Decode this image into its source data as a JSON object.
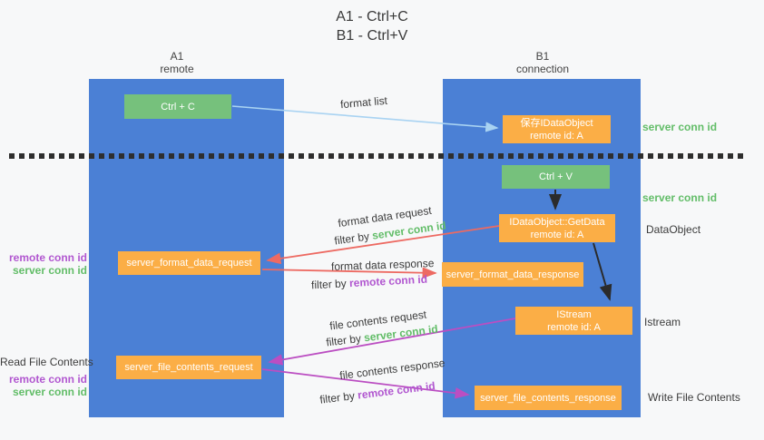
{
  "title": {
    "line1": "A1 - Ctrl+C",
    "line2": "B1 - Ctrl+V"
  },
  "lanes": {
    "left": {
      "name": "A1",
      "role": "remote"
    },
    "right": {
      "name": "B1",
      "role": "connection"
    }
  },
  "nodes": {
    "ctrl_c": {
      "label": "Ctrl + C"
    },
    "save_idataobject": {
      "line1": "保存IDataObject",
      "line2": "remote id: A"
    },
    "ctrl_v": {
      "label": "Ctrl + V"
    },
    "getdata": {
      "line1": "IDataObject::GetData",
      "line2": "remote id: A"
    },
    "server_format_data_request": {
      "label": "server_format_data_request"
    },
    "server_format_data_response": {
      "label": "server_format_data_response"
    },
    "istream": {
      "line1": "IStream",
      "line2": "remote id: A"
    },
    "server_file_contents_request": {
      "label": "server_file_contents_request"
    },
    "server_file_contents_response": {
      "label": "server_file_contents_response"
    }
  },
  "right_labels": {
    "server_conn_id_top": "server conn id",
    "server_conn_id_mid": "server conn id",
    "dataobject": "DataObject",
    "istream": "Istream",
    "write_file_contents": "Write File Contents"
  },
  "left_labels": {
    "remote_conn_id_1": "remote conn id",
    "server_conn_id_1": "server conn id",
    "read_file_contents": "Read File Contents",
    "remote_conn_id_2": "remote conn id",
    "server_conn_id_2": "server conn id"
  },
  "edge_labels": {
    "format_list": "format list",
    "format_data_request": "format data request",
    "format_data_response": "format data response",
    "file_contents_request": "file contents request",
    "file_contents_response": "file contents response",
    "filter_by": "filter by",
    "server_conn_id": "server conn id",
    "remote_conn_id": "remote conn id"
  },
  "colors": {
    "lane_blue": "#4b80d5",
    "node_green": "#76c17c",
    "node_orange": "#fbae46",
    "accent_green": "#62bd68",
    "accent_magenta": "#b157d0",
    "arrow_red": "#ed6a62",
    "arrow_magenta": "#bb4ec2",
    "arrow_lightblue": "#a9d3f2",
    "arrow_black": "#2b2b2b",
    "background": "#f7f8f9"
  }
}
